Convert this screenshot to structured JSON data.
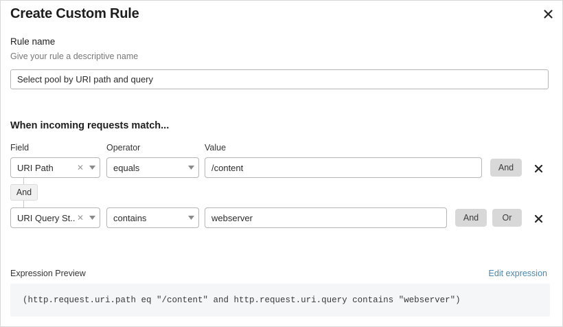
{
  "dialog": {
    "title": "Create Custom Rule",
    "close_icon": "close-icon"
  },
  "rule_name": {
    "label": "Rule name",
    "help": "Give your rule a descriptive name",
    "value": "Select pool by URI path and query",
    "placeholder": ""
  },
  "match_section": {
    "heading": "When incoming requests match...",
    "columns": {
      "field": "Field",
      "operator": "Operator",
      "value": "Value"
    },
    "connector": "And",
    "rows": [
      {
        "field": "URI Path",
        "operator": "equals",
        "value": "/content",
        "and_label": "And",
        "or_label": "",
        "clear_icon": "clear-icon",
        "caret_icon": "chevron-down-icon",
        "delete_icon": "delete-icon"
      },
      {
        "field": "URI Query St...",
        "operator": "contains",
        "value": "webserver",
        "and_label": "And",
        "or_label": "Or",
        "clear_icon": "clear-icon",
        "caret_icon": "chevron-down-icon",
        "delete_icon": "delete-icon"
      }
    ]
  },
  "expression": {
    "label": "Expression Preview",
    "edit_link": "Edit expression",
    "code": "(http.request.uri.path eq \"/content\" and http.request.uri.query contains \"webserver\")"
  },
  "colors": {
    "link": "#4a87ad",
    "button_gray": "#d8d8d8",
    "code_bg": "#f5f6f7",
    "border": "#b5b5b5"
  }
}
